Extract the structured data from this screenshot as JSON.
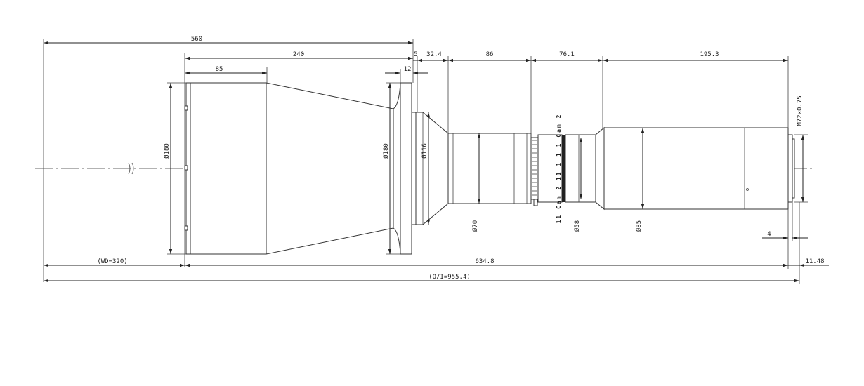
{
  "dimensions": {
    "top": {
      "overall": "560",
      "large_body": "240",
      "front_barrel": "85",
      "gap": "5",
      "flange": "12",
      "adapter": "32.4",
      "mid_barrel": "86",
      "coupling": "76.1",
      "rear_barrel": "195.3"
    },
    "bottom": {
      "working_distance": "(WD=320)",
      "body_length": "634.8",
      "back_offset": "11.48",
      "object_to_image": "(O/I=955.4)",
      "thread_depth": "4"
    },
    "diameters": {
      "front": "Ø180",
      "flange": "Ø180",
      "adapter": "Ø116",
      "mid": "Ø70",
      "ring": "Ø58",
      "rear": "Ø85",
      "thread": "M72×0.75"
    }
  },
  "ring_markings": [
    "11",
    "Cam",
    "2",
    "11",
    "1",
    "1",
    "1",
    "Cam",
    "2"
  ]
}
